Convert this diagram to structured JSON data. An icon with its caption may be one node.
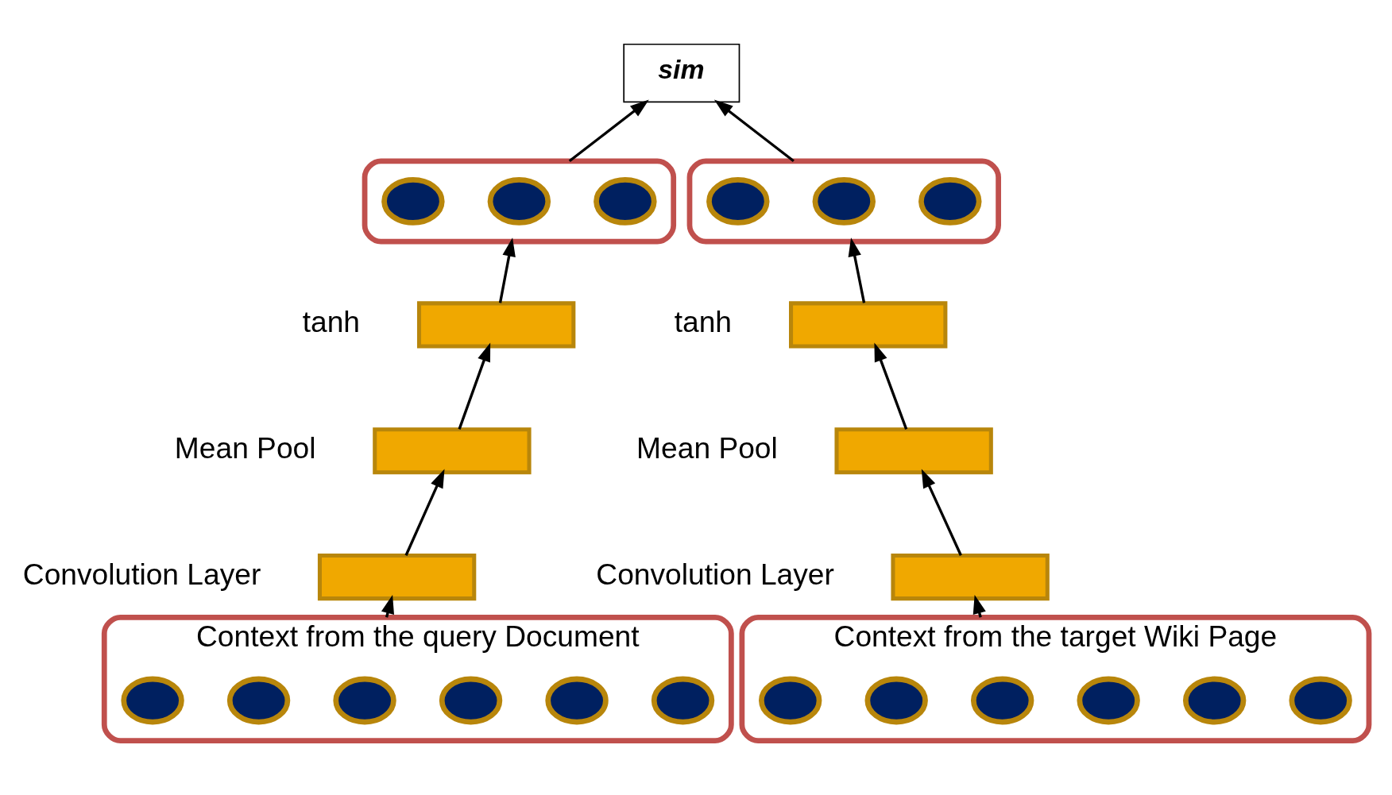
{
  "diagram": {
    "nodes": [
      {
        "text": [
          "sim"
        ]
      },
      {
        "text": [],
        "shape": "box"
      },
      {
        "text": [],
        "shape": "circle",
        "in": 1
      },
      {
        "text": [],
        "shape": "circle",
        "in": 1
      },
      {
        "text": [],
        "shape": "circle",
        "in": 1
      },
      {
        "text": [],
        "shape": "box"
      },
      {
        "text": [],
        "shape": "box"
      },
      {
        "text": [],
        "shape": "box"
      },
      {
        "text": [],
        "shape": "box",
        "beside": [
          "Context from the query Document"
        ]
      },
      {
        "text": [],
        "shape": "circle",
        "in": 8
      },
      {
        "text": [],
        "shape": "circle",
        "in": 8
      },
      {
        "text": [],
        "shape": "circle",
        "in": 8
      },
      {
        "text": [],
        "shape": "circle",
        "in": 8
      },
      {
        "text": [],
        "shape": "circle",
        "in": 8
      },
      {
        "text": [],
        "shape": "circle",
        "in": 8
      },
      {
        "text": [],
        "shape": "box"
      },
      {
        "text": [],
        "shape": "circle",
        "in": 15
      },
      {
        "text": [],
        "shape": "circle",
        "in": 15
      },
      {
        "text": [],
        "shape": "circle",
        "in": 15
      },
      {
        "text": [],
        "shape": "box"
      },
      {
        "text": [],
        "shape": "box"
      },
      {
        "text": [],
        "shape": "box"
      },
      {
        "text": [],
        "shape": "box",
        "beside": [
          "Context from the target Wiki Page"
        ]
      },
      {
        "text": [],
        "shape": "circle",
        "in": 22
      },
      {
        "text": [],
        "shape": "circle",
        "in": 22
      },
      {
        "text": [],
        "shape": "circle",
        "in": 22
      },
      {
        "text": [],
        "shape": "circle",
        "in": 22
      },
      {
        "text": [],
        "shape": "circle",
        "in": 22
      },
      {
        "text": [],
        "shape": "circle",
        "in": 22
      }
    ],
    "edges": [
      {
        "from": 1,
        "to": 0,
        "arrow": "to"
      },
      {
        "from": 15,
        "to": 0,
        "arrow": "to"
      },
      {
        "from": 5,
        "to": 1,
        "arrow": "to"
      },
      {
        "from": 6,
        "to": 5,
        "arrow": "to"
      },
      {
        "from": 7,
        "to": 6,
        "arrow": "to"
      },
      {
        "from": 8,
        "to": 7,
        "arrow": "to"
      },
      {
        "from": 19,
        "to": 15,
        "arrow": "to"
      },
      {
        "from": 20,
        "to": 19,
        "arrow": "to"
      },
      {
        "from": 21,
        "to": 20,
        "arrow": "to"
      },
      {
        "from": 22,
        "to": 21,
        "arrow": "to"
      }
    ],
    "labels": [
      "tanh",
      "tanh",
      "Mean Pool",
      "Mean Pool",
      "Convolution Layer",
      "Convolution Layer"
    ]
  }
}
